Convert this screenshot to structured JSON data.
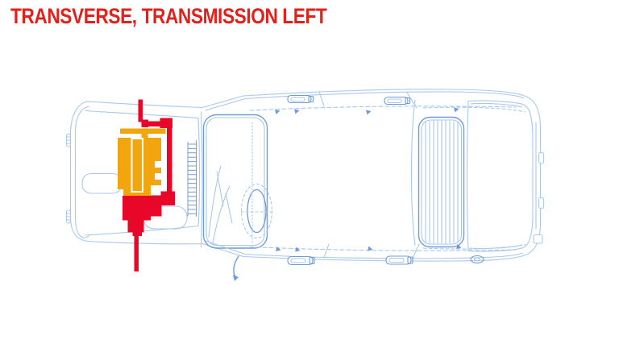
{
  "title": {
    "text": "TRANSVERSE, TRANSMISSION LEFT"
  },
  "colors": {
    "title_red": "#e2211c",
    "engine": "#f2a60d",
    "transmission": "#e90729",
    "blueprint_light": "#aac8ec",
    "blueprint_medium": "#6f9cd9",
    "blueprint_xlight": "#cfdff4",
    "background": "#ffffff"
  },
  "diagram": {
    "type": "car-top-view-blueprint",
    "overlay_parts": [
      {
        "name": "engine-block",
        "color_ref": "engine"
      },
      {
        "name": "transmission",
        "color_ref": "transmission"
      },
      {
        "name": "drive-axle-lines",
        "color_ref": "transmission"
      }
    ]
  }
}
